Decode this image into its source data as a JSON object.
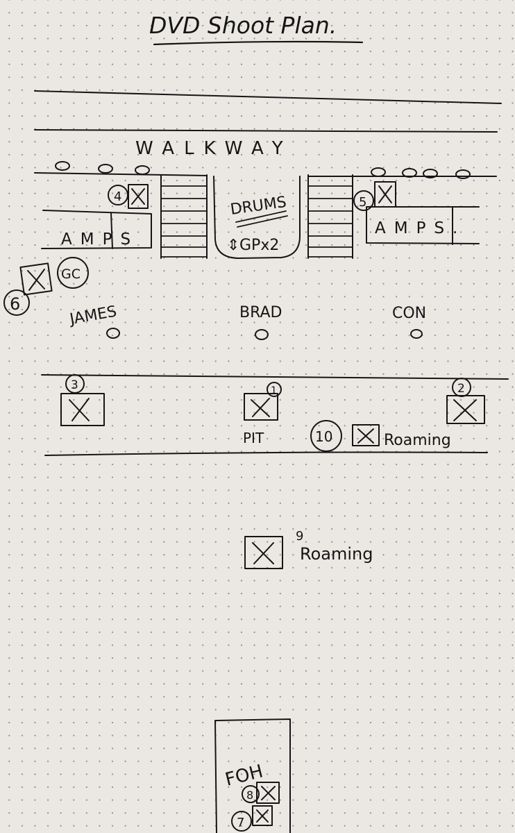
{
  "title": "DVD Shoot Plan.",
  "walkway_label": "WALKWAY",
  "amps_left_label": "AMPS",
  "amps_right_label": "AMPS.",
  "drums": {
    "label": "DRUMS",
    "note": "GPx2"
  },
  "performers": [
    {
      "name": "JAMES"
    },
    {
      "name": "BRAD"
    },
    {
      "name": "CON"
    }
  ],
  "cameras": [
    {
      "number": "1",
      "note": "PIT"
    },
    {
      "number": "2"
    },
    {
      "number": "3"
    },
    {
      "number": "4"
    },
    {
      "number": "5"
    },
    {
      "number": "6",
      "extra": "GC"
    },
    {
      "number": "7"
    },
    {
      "number": "8"
    },
    {
      "number": "9",
      "note": "Roaming"
    },
    {
      "number": "10",
      "note": "Roaming"
    }
  ],
  "foh_label": "FOH"
}
